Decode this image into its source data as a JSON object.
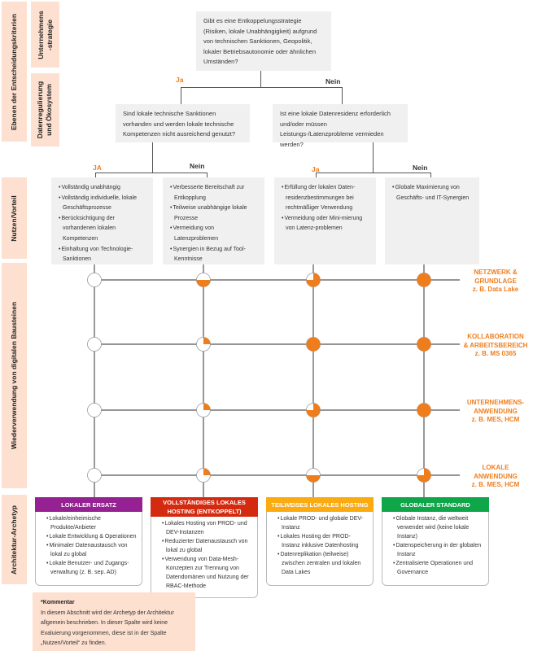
{
  "sidebar": {
    "outer": "Ebenen der Entscheidungskriterien",
    "strategy": "Unternehmens\n-strategie",
    "regulation": "Datenregulierung\nund Ökosystem",
    "benefit": "Nutzen/Vorteil",
    "reuse": "Wiederverwendung von digitalen Bausteinen",
    "archetype": "Architektur-Archetyp"
  },
  "questions": {
    "q1": "Gibt es eine Entkoppelungsstrategie (Risiken, lokale Unabhängigkeit) aufgrund von technischen Sanktionen, Geopolitik, lokaler Betriebsautonomie oder ähnlichen Umständen?",
    "q2": "Sind lokale technische Sanktionen vorhanden und werden lokale technische Kompetenzen nicht ausreichend genutzt?",
    "q3": "Ist eine lokale Datenresidenz erforderlich und/oder müssen Leistungs-/Latenzprobleme vermieden werden?"
  },
  "answers": {
    "q1_yes": "Ja",
    "q1_no": "Nein",
    "q2_yes": "JA",
    "q2_no": "Nein",
    "q3_yes": "Ja",
    "q3_no": "Nein"
  },
  "benefits": [
    [
      "Vollständig unabhängig",
      "Vollständig individuelle, lokale Geschäftsprozesse",
      "Berücksichtigung der vorhandenen lokalen Kompetenzen",
      "Einhaltung von Technologie-Sanktionen"
    ],
    [
      "Verbesserte Bereitschaft zur Entkopplung",
      "Teilweise unabhängige lokale Prozesse",
      "Vermeidung von Latenzproblemen",
      "Synergien in Bezug auf Tool-Kenntnisse"
    ],
    [
      "Erfüllung der lokalen Daten-residenzbestimmungen bei rechtmäßiger Verwendung",
      "Vermeidung oder Mini-mierung von Latenz-problemen"
    ],
    [
      "Globale Maximierung von Geschäfts- und IT-Synergien"
    ]
  ],
  "reuse_rows": [
    {
      "label": "NETZWERK &\nGRUNDLAGE\nz. B. Data Lake",
      "levels": [
        0,
        0.5,
        0.75,
        1
      ]
    },
    {
      "label": "KOLLABORATION\n& ARBEITSBEREICH\nz. B. MS 0365",
      "levels": [
        0,
        0.25,
        1,
        1
      ]
    },
    {
      "label": "UNTERNEHMENS-\nANWENDUNG\nz. B. MES, HCM",
      "levels": [
        0,
        0.25,
        0.75,
        1
      ]
    },
    {
      "label": "LOKALE\nANWENDUNG\nz. B. MES, HCM",
      "levels": [
        0,
        0.25,
        0.5,
        0.75
      ]
    }
  ],
  "archetypes": [
    {
      "title": "LOKALER ERSATZ",
      "color": "#952192",
      "items": [
        "Lokale/einheimische Produkte/Anbieter",
        "Lokale Entwicklung & Operationen",
        "Minimaler Datenaustausch von lokal zu global",
        "Lokale Benutzer- und Zugangs-verwaltung (z. B. sep. AD)"
      ]
    },
    {
      "title": "VOLLSTÄNDIGES LOKALES HOSTING (ENTKOPPELT)",
      "color": "#d42a0f",
      "items": [
        "Lokales Hosting von PROD- und DEV-Instanzen",
        "Reduzierter Datenaustausch von lokal zu global",
        "Verwendung von Data-Mesh-Konzepten zur Trennung von Datendomänen und Nutzung der RBAC-Methode"
      ]
    },
    {
      "title": "TEILWEISES LOKALES HOSTING",
      "color": "#fbaa10",
      "items": [
        "Lokale PROD- und globale DEV-Instanz",
        "Lokales Hosting der PROD-Instanz inklusive Datenhosting",
        "Datenreplikation (teilweise) zwischen zentralen und lokalen Data Lakes"
      ]
    },
    {
      "title": "GLOBALER STANDARD",
      "color": "#0fa64a",
      "items": [
        "Globale Instanz, die weltweit verwendet wird (keine lokale Instanz)",
        "Datenspeicherung in der globalen Instanz",
        "Zentralisierte Operationen und Governance"
      ]
    }
  ],
  "comment": {
    "title": "*Kommentar",
    "text": "In diesem Abschnitt wird der Archetyp der Architektur allgemein beschrieben. In dieser Spalte wird keine Evaluierung vorgenommen, diese ist in der Spalte „Nutzen/Vorteil“ zu finden."
  },
  "colors": {
    "accent": "#f07d1c",
    "side": "#fde0cf",
    "box": "#f0f0f0"
  }
}
